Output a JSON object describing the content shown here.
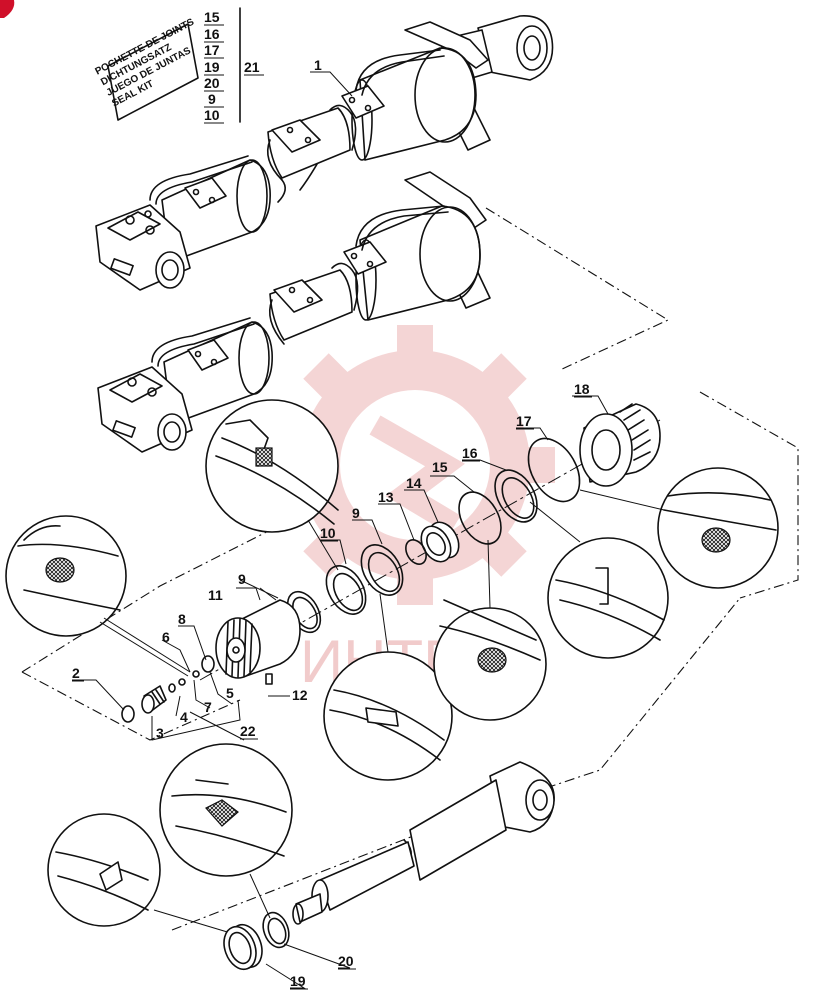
{
  "seal_kit_box": {
    "lines": [
      "POCHETTE DE JOINTS",
      "DICHTUNGSATZ",
      "JUEGO DE JUNTAS",
      "SEAL KIT"
    ],
    "kit_part_numbers": [
      "15",
      "16",
      "17",
      "19",
      "20",
      "9",
      "10"
    ],
    "kit_reference": "21"
  },
  "callouts": [
    {
      "id": "1",
      "text": "1"
    },
    {
      "id": "2",
      "text": "2"
    },
    {
      "id": "3",
      "text": "3"
    },
    {
      "id": "4",
      "text": "4"
    },
    {
      "id": "5",
      "text": "5"
    },
    {
      "id": "6",
      "text": "6"
    },
    {
      "id": "7",
      "text": "7"
    },
    {
      "id": "8",
      "text": "8"
    },
    {
      "id": "9a",
      "text": "9"
    },
    {
      "id": "9b",
      "text": "9"
    },
    {
      "id": "10",
      "text": "10"
    },
    {
      "id": "11",
      "text": "11"
    },
    {
      "id": "12",
      "text": "12"
    },
    {
      "id": "13",
      "text": "13"
    },
    {
      "id": "14",
      "text": "14"
    },
    {
      "id": "15",
      "text": "15"
    },
    {
      "id": "16",
      "text": "16"
    },
    {
      "id": "17",
      "text": "17"
    },
    {
      "id": "18",
      "text": "18"
    },
    {
      "id": "19",
      "text": "19"
    },
    {
      "id": "20",
      "text": "20"
    },
    {
      "id": "22",
      "text": "22"
    }
  ],
  "watermark": {
    "text": "ИНТЕХ",
    "color": "#e7a2a2"
  }
}
